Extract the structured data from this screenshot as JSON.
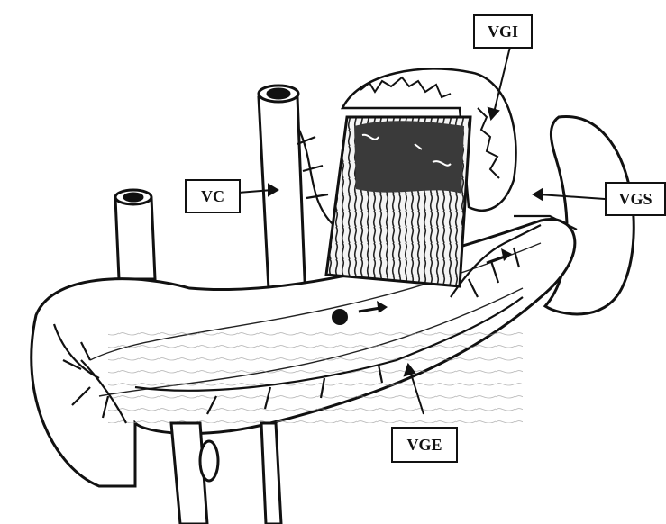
{
  "labels": {
    "vgi": "VGI",
    "vc": "VC",
    "vgs": "VGS",
    "vge": "VGE"
  },
  "colors": {
    "ink": "#111111",
    "paper": "#ffffff",
    "mucosa_dark": "#3a3a3a"
  }
}
